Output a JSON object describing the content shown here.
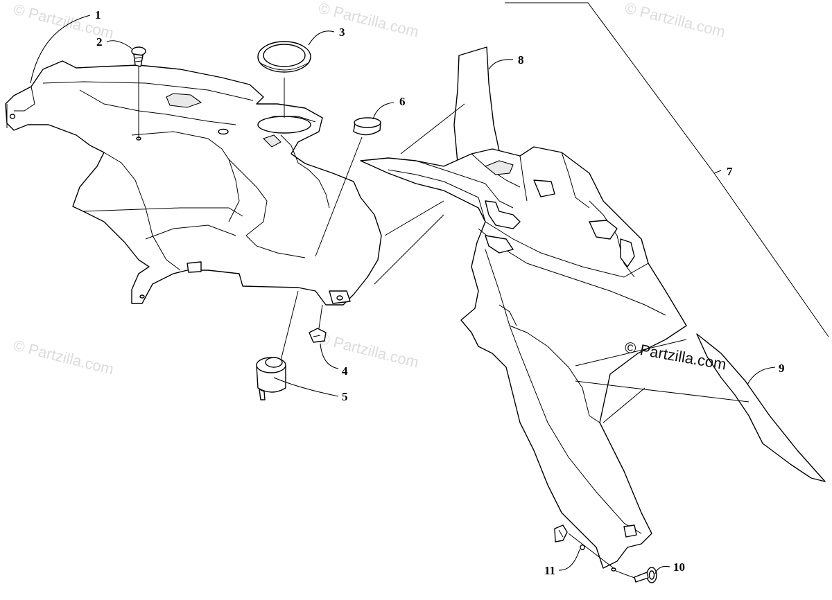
{
  "watermark": {
    "text": "© Partzilla.com"
  },
  "callouts": [
    {
      "id": "1",
      "label": "1"
    },
    {
      "id": "2",
      "label": "2"
    },
    {
      "id": "3",
      "label": "3"
    },
    {
      "id": "4",
      "label": "4"
    },
    {
      "id": "5",
      "label": "5"
    },
    {
      "id": "6",
      "label": "6"
    },
    {
      "id": "7",
      "label": "7"
    },
    {
      "id": "8",
      "label": "8"
    },
    {
      "id": "9",
      "label": "9"
    },
    {
      "id": "10",
      "label": "10"
    },
    {
      "id": "11",
      "label": "11"
    }
  ]
}
